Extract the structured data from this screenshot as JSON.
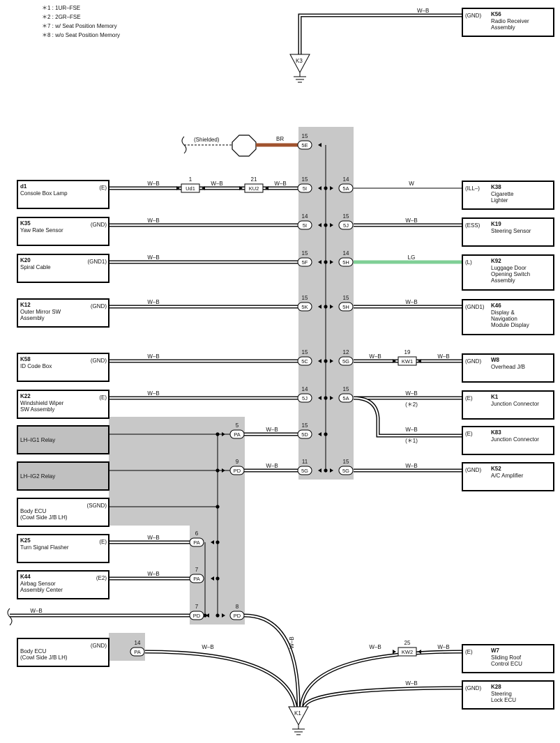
{
  "notes": [
    "＊1 : 1UR–FSE",
    "＊2 : 2GR–FSE",
    "＊7 : w/ Seat Position Memory",
    "＊8 : w/o Seat Position Memory"
  ],
  "colors": {
    "junction_shade": "#c8c8c8",
    "br_wire": "#a0522d",
    "lg_wire": "#7fcf96",
    "box_shade": "#c0c0c0"
  },
  "wires": {
    "wb": "W–B",
    "w": "W",
    "lg": "LG",
    "br": "BR",
    "shielded": "(Shielded)",
    "note2": "(＊2)",
    "note1": "(＊1)"
  },
  "grounds": {
    "k3": "K3",
    "k1": "K1"
  },
  "junction_pins": [
    {
      "num": "15",
      "pin": "5E"
    },
    {
      "num": "15",
      "pin": "5I"
    },
    {
      "num": "14",
      "pin": "5A"
    },
    {
      "num": "14",
      "pin": "5I"
    },
    {
      "num": "15",
      "pin": "5J"
    },
    {
      "num": "15",
      "pin": "5F"
    },
    {
      "num": "14",
      "pin": "5H"
    },
    {
      "num": "15",
      "pin": "5K"
    },
    {
      "num": "15",
      "pin": "5H"
    },
    {
      "num": "15",
      "pin": "5C"
    },
    {
      "num": "12",
      "pin": "5G"
    },
    {
      "num": "14",
      "pin": "5J"
    },
    {
      "num": "15",
      "pin": "5A"
    },
    {
      "num": "15",
      "pin": "5D"
    },
    {
      "num": "11",
      "pin": "5G"
    },
    {
      "num": "15",
      "pin": "5G"
    }
  ],
  "left_pins": [
    {
      "num": "5",
      "pin": "PA"
    },
    {
      "num": "9",
      "pin": "PD"
    },
    {
      "num": "6",
      "pin": "PA"
    },
    {
      "num": "7",
      "pin": "PA"
    },
    {
      "num": "7",
      "pin": "PD"
    },
    {
      "num": "8",
      "pin": "PD"
    },
    {
      "num": "14",
      "pin": "PA"
    }
  ],
  "inline_connectors": [
    {
      "num": "1",
      "pin": "Ud1"
    },
    {
      "num": "21",
      "pin": "KU2"
    },
    {
      "num": "19",
      "pin": "KW1"
    },
    {
      "num": "25",
      "pin": "KW2"
    }
  ],
  "left_components": [
    {
      "code": "d1",
      "name1": "Console Box Lamp",
      "name2": "",
      "terminal": "(E)"
    },
    {
      "code": "K35",
      "name1": "Yaw Rate Sensor",
      "name2": "",
      "terminal": "(GND)"
    },
    {
      "code": "K20",
      "name1": "Spiral Cable",
      "name2": "",
      "terminal": "(GND1)"
    },
    {
      "code": "K12",
      "name1": "Outer Mirror SW",
      "name2": "Assembly",
      "terminal": "(GND)"
    },
    {
      "code": "K58",
      "name1": "ID Code Box",
      "name2": "",
      "terminal": "(GND)"
    },
    {
      "code": "K22",
      "name1": "Windshield Wiper",
      "name2": "SW Assembly",
      "terminal": "(E)"
    },
    {
      "code": "",
      "name1": "LH–IG1 Relay",
      "name2": "",
      "terminal": ""
    },
    {
      "code": "",
      "name1": "LH–IG2 Relay",
      "name2": "",
      "terminal": ""
    },
    {
      "code": "",
      "name1": "Body ECU",
      "name2": "(Cowl Side J/B LH)",
      "terminal": "(SGND)"
    },
    {
      "code": "K25",
      "name1": "Turn Signal Flasher",
      "name2": "",
      "terminal": "(E)"
    },
    {
      "code": "K44",
      "name1": "Airbag Sensor",
      "name2": "Assembly Center",
      "terminal": "(E2)"
    },
    {
      "code": "",
      "name1": "Body ECU",
      "name2": "(Cowl Side J/B LH)",
      "terminal": "(GND)"
    }
  ],
  "right_components": [
    {
      "code": "K56",
      "name1": "Radio Receiver",
      "name2": "Assembly",
      "name3": "",
      "terminal": "(GND)"
    },
    {
      "code": "K38",
      "name1": "Cigarette",
      "name2": "Lighter",
      "name3": "",
      "terminal": "(ILL–)"
    },
    {
      "code": "K19",
      "name1": "Steering Sensor",
      "name2": "",
      "name3": "",
      "terminal": "(ESS)"
    },
    {
      "code": "K92",
      "name1": "Luggage Door",
      "name2": "Opening Switch",
      "name3": "Assembly",
      "terminal": "(L)"
    },
    {
      "code": "K46",
      "name1": "Display &",
      "name2": "Navigation",
      "name3": "Module Display",
      "terminal": "(GND1)"
    },
    {
      "code": "W8",
      "name1": "Overhead J/B",
      "name2": "",
      "name3": "",
      "terminal": "(GND)"
    },
    {
      "code": "K1",
      "name1": "Junction Connector",
      "name2": "",
      "name3": "",
      "terminal": "(E)"
    },
    {
      "code": "K83",
      "name1": "Junction Connector",
      "name2": "",
      "name3": "",
      "terminal": "(E)"
    },
    {
      "code": "K52",
      "name1": "A/C Amplifier",
      "name2": "",
      "name3": "",
      "terminal": "(GND)"
    },
    {
      "code": "W7",
      "name1": "Sliding Roof",
      "name2": "Control ECU",
      "name3": "",
      "terminal": "(E)"
    },
    {
      "code": "K28",
      "name1": "Steering",
      "name2": "Lock ECU",
      "name3": "",
      "terminal": "(GND)"
    }
  ]
}
